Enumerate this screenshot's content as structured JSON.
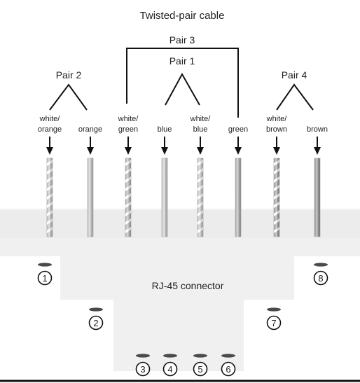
{
  "title": "Twisted-pair cable",
  "connector_label": "RJ-45 connector",
  "pairs": [
    {
      "label": "Pair 2"
    },
    {
      "label": "Pair 3"
    },
    {
      "label": "Pair 1"
    },
    {
      "label": "Pair 4"
    }
  ],
  "wires": [
    {
      "line1": "white/",
      "line2": "orange",
      "striped": true,
      "color": "#bfbfbf"
    },
    {
      "line1": "",
      "line2": "orange",
      "striped": false,
      "color": "#c4c4c4"
    },
    {
      "line1": "white/",
      "line2": "green",
      "striped": true,
      "color": "#b0b0b0"
    },
    {
      "line1": "",
      "line2": "blue",
      "striped": false,
      "color": "#c9c9c9"
    },
    {
      "line1": "white/",
      "line2": "blue",
      "striped": true,
      "color": "#c2c2c2"
    },
    {
      "line1": "",
      "line2": "green",
      "striped": false,
      "color": "#aaaaaa"
    },
    {
      "line1": "white/",
      "line2": "brown",
      "striped": true,
      "color": "#9a9a9a"
    },
    {
      "line1": "",
      "line2": "brown",
      "striped": false,
      "color": "#8e8e8e"
    }
  ],
  "pins": [
    "1",
    "2",
    "3",
    "4",
    "5",
    "6",
    "7",
    "8"
  ],
  "colors": {
    "connector_fill": "#f1f1f1",
    "connector_edge": "#e0e0e0",
    "text": "#222222",
    "line": "#111111"
  }
}
